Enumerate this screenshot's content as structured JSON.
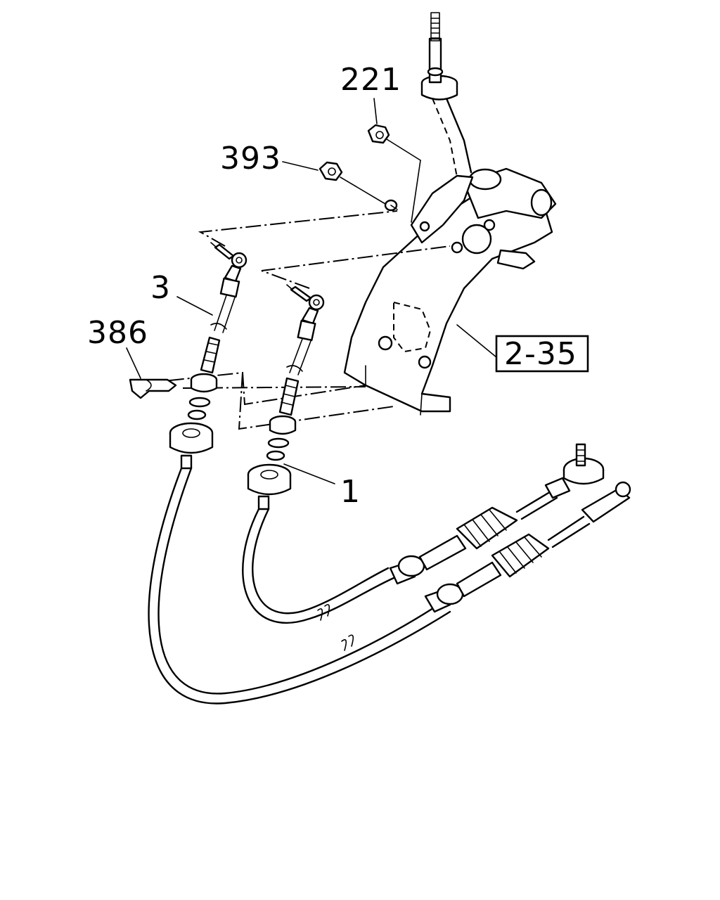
{
  "callouts": {
    "nut_221": "221",
    "nut_393": "393",
    "cable_3": "3",
    "clip_386": "386",
    "cable_1": "1",
    "ref_2_35": "2-35"
  }
}
